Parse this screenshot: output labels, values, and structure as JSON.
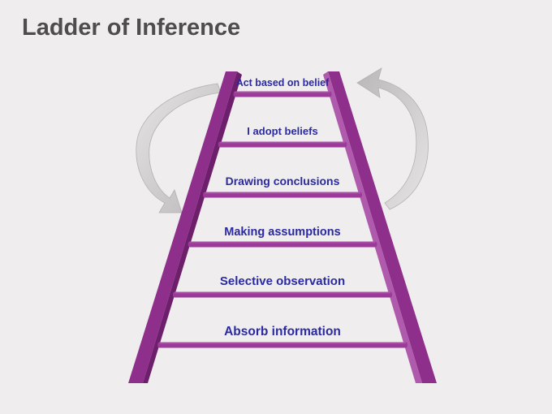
{
  "title": "Ladder of Inference",
  "steps": [
    {
      "label": "Act based on belief"
    },
    {
      "label": "I adopt beliefs"
    },
    {
      "label": "Drawing conclusions"
    },
    {
      "label": "Making assumptions"
    },
    {
      "label": "Selective observation"
    },
    {
      "label": "Absorb information"
    }
  ],
  "colors": {
    "background": "#efedee",
    "ladder_front": "#8f2f8c",
    "ladder_side": "#b05aad",
    "ladder_dark": "#6d1f6b",
    "rung": "#9b3a98",
    "label": "#2b2aa0",
    "arrow": "#c2c2c2",
    "title": "#4d4d4d"
  },
  "icons": {
    "left_arrow": "curved-arrow-down-icon",
    "right_arrow": "curved-arrow-up-icon"
  }
}
